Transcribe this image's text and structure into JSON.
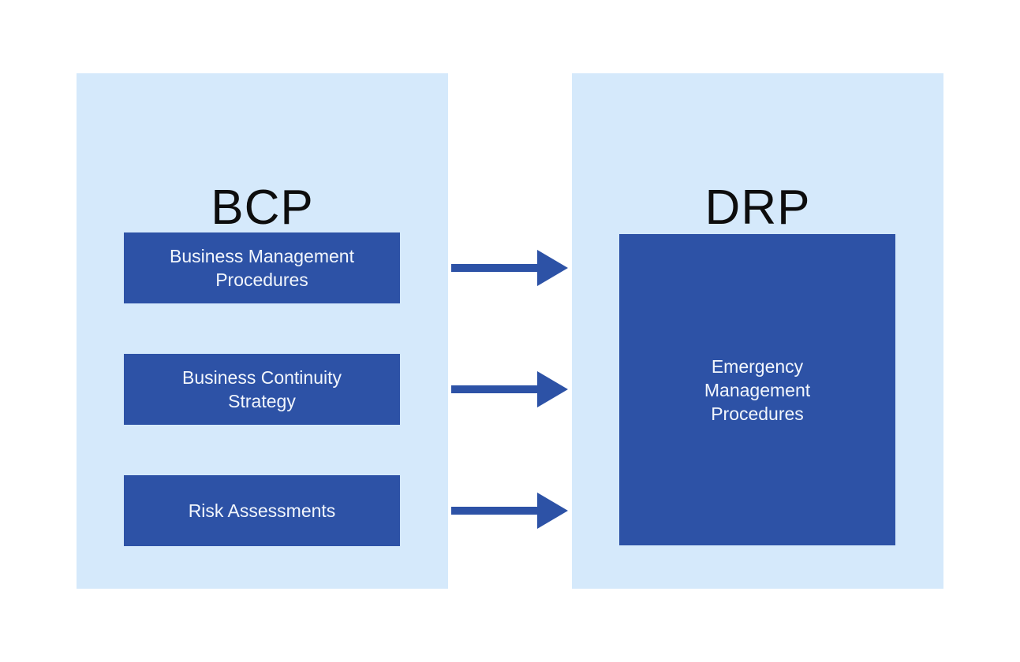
{
  "colors": {
    "page_bg": "#ffffff",
    "panel_bg": "#d5e9fb",
    "box_bg": "#2d52a6",
    "box_text": "#f2f6fc",
    "title_text": "#0d0d0d",
    "arrow": "#2d52a6"
  },
  "left_panel": {
    "title": "BCP",
    "boxes": [
      {
        "label": "Business Management Procedures"
      },
      {
        "label": "Business Continuity Strategy"
      },
      {
        "label": "Risk Assessments"
      }
    ]
  },
  "right_panel": {
    "title": "DRP",
    "boxes": [
      {
        "label": "Emergency Management Procedures"
      }
    ]
  },
  "arrows": [
    {
      "from": "Business Management Procedures",
      "to": "Emergency Management Procedures"
    },
    {
      "from": "Business Continuity Strategy",
      "to": "Emergency Management Procedures"
    },
    {
      "from": "Risk Assessments",
      "to": "Emergency Management Procedures"
    }
  ]
}
